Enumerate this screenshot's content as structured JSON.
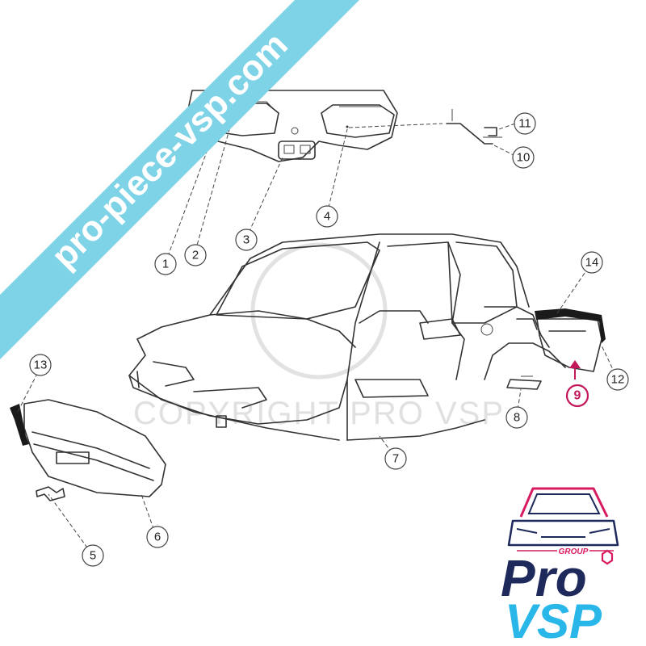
{
  "banner": {
    "text": "pro-piece-vsp.com",
    "color": "#7fd3e6"
  },
  "watermark": {
    "text": "COPYRIGHT PRO VSP"
  },
  "logo": {
    "group_label": "GROUP",
    "line1": "Pro",
    "line2": "VSP",
    "accent": "#d81b60",
    "navy": "#1f2a5c",
    "cyan": "#29b6e8"
  },
  "callouts": [
    "1",
    "2",
    "3",
    "4",
    "5",
    "6",
    "7",
    "8",
    "9",
    "10",
    "11",
    "12",
    "13",
    "14"
  ],
  "highlight_callout": "9",
  "highlight_color": "#c2185b"
}
